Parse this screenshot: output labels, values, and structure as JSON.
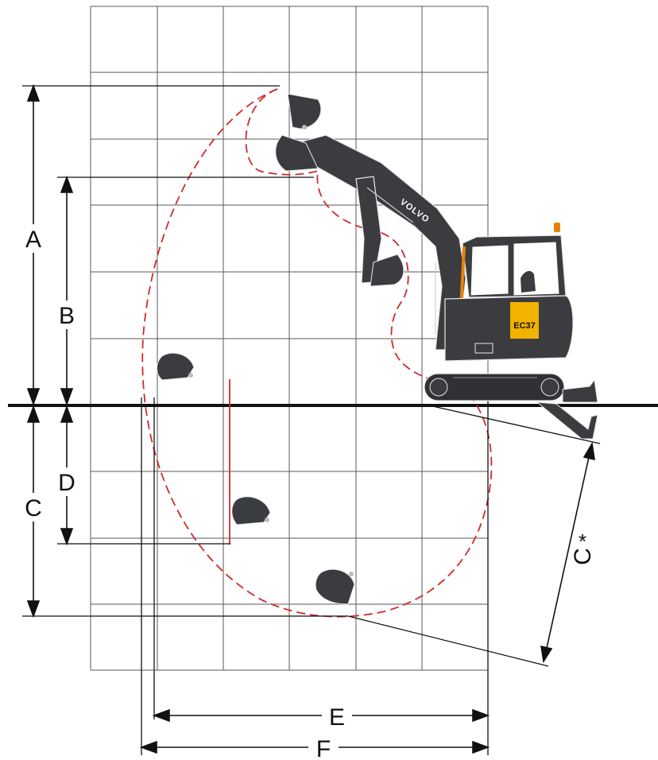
{
  "dimension_labels": {
    "A": "A",
    "B": "B",
    "C": "C",
    "C_star": "C",
    "star": "*",
    "D": "D",
    "E": "E",
    "F": "F"
  },
  "machine": {
    "brand": "VOLVO",
    "model": "EC37"
  },
  "colors": {
    "grid": "#555555",
    "envelope": "#d12a2a",
    "machine_body": "#3a3c3f",
    "accent": "#f2b200",
    "line": "#111111"
  }
}
